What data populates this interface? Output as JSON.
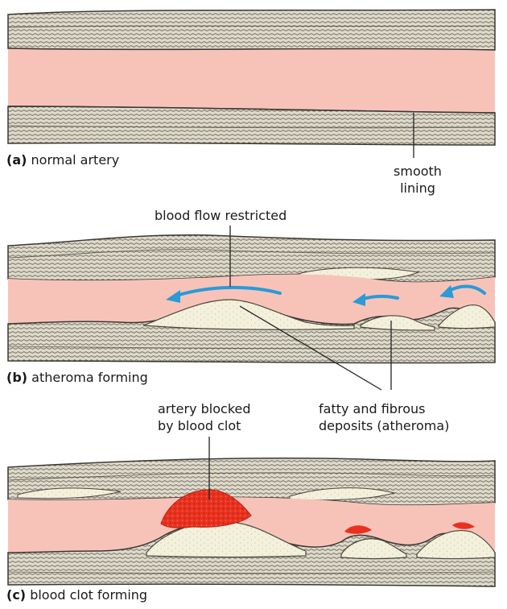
{
  "colors": {
    "wall": "#dedacb",
    "wall_hatch": "#6f6a5c",
    "wall_edge": "#3a3730",
    "lumen": "#f7c3b9",
    "fatty": "#f3f0dc",
    "fatty_edge": "#4a463c",
    "arrow": "#2a9ad8",
    "clot": "#e8321f",
    "clot_dark": "#b81f10",
    "pointer": "#222222"
  },
  "panels": [
    {
      "letter": "(a)",
      "caption": "normal artery"
    },
    {
      "letter": "(b)",
      "caption": "atheroma forming"
    },
    {
      "letter": "(c)",
      "caption": "blood clot forming"
    }
  ],
  "callouts": {
    "smooth_lining": [
      "smooth",
      "lining"
    ],
    "blood_flow_restricted": "blood flow restricted",
    "fatty_deposits": [
      "fatty and fibrous",
      "deposits (atheroma)"
    ],
    "artery_blocked": [
      "artery blocked",
      "by blood clot"
    ]
  },
  "icons": [
    "flow-arrow-icon"
  ]
}
